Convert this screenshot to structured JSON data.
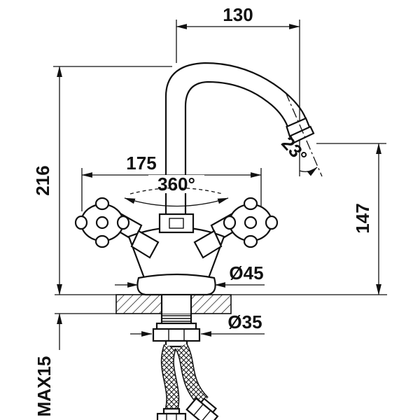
{
  "drawing": {
    "labels": {
      "spout_reach": "130",
      "overall_height": "216",
      "handle_span": "175",
      "swivel_angle": "360°",
      "spout_angle": "23°",
      "spout_height": "147",
      "base_diameter": "Ø45",
      "shank_diameter": "Ø35",
      "max_deck_thickness": "MAX15"
    },
    "colors": {
      "line": "#111111",
      "background": "#ffffff"
    }
  }
}
